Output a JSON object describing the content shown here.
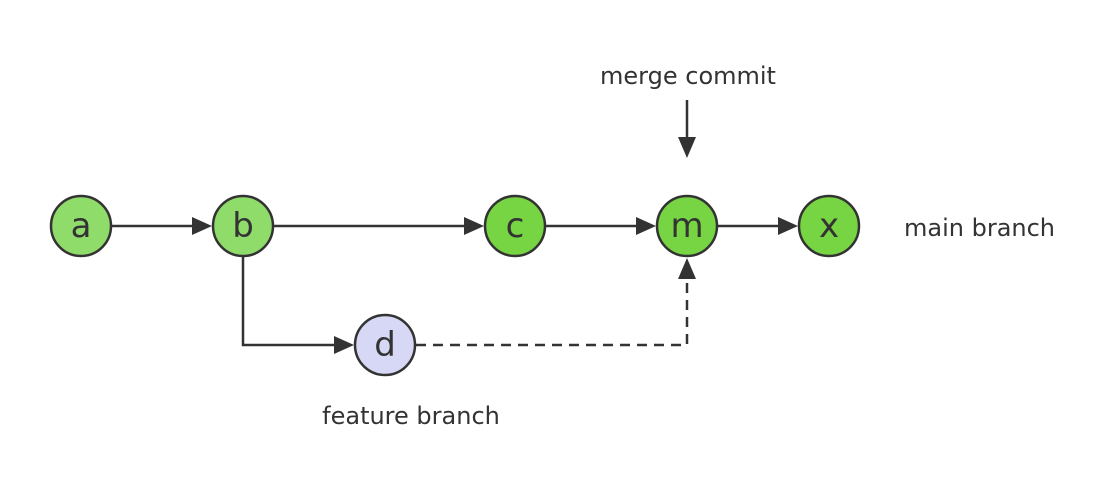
{
  "nodes": {
    "a": {
      "label": "a",
      "color": "#8fdc6a",
      "branch": "main"
    },
    "b": {
      "label": "b",
      "color": "#8fdc6a",
      "branch": "main"
    },
    "c": {
      "label": "c",
      "color": "#77d443",
      "branch": "main"
    },
    "m": {
      "label": "m",
      "color": "#77d443",
      "branch": "main"
    },
    "x": {
      "label": "x",
      "color": "#77d443",
      "branch": "main"
    },
    "d": {
      "label": "d",
      "color": "#d6d8f6",
      "branch": "feature"
    }
  },
  "edges": [
    {
      "from": "a",
      "to": "b",
      "style": "solid"
    },
    {
      "from": "b",
      "to": "c",
      "style": "solid"
    },
    {
      "from": "c",
      "to": "m",
      "style": "solid"
    },
    {
      "from": "m",
      "to": "x",
      "style": "solid"
    },
    {
      "from": "b",
      "to": "d",
      "style": "solid"
    },
    {
      "from": "d",
      "to": "m",
      "style": "dashed"
    }
  ],
  "labels": {
    "merge_commit": "merge commit",
    "main_branch": "main branch",
    "feature_branch": "feature branch"
  },
  "colors": {
    "stroke": "#333333",
    "text": "#333333",
    "background": "#ffffff"
  }
}
